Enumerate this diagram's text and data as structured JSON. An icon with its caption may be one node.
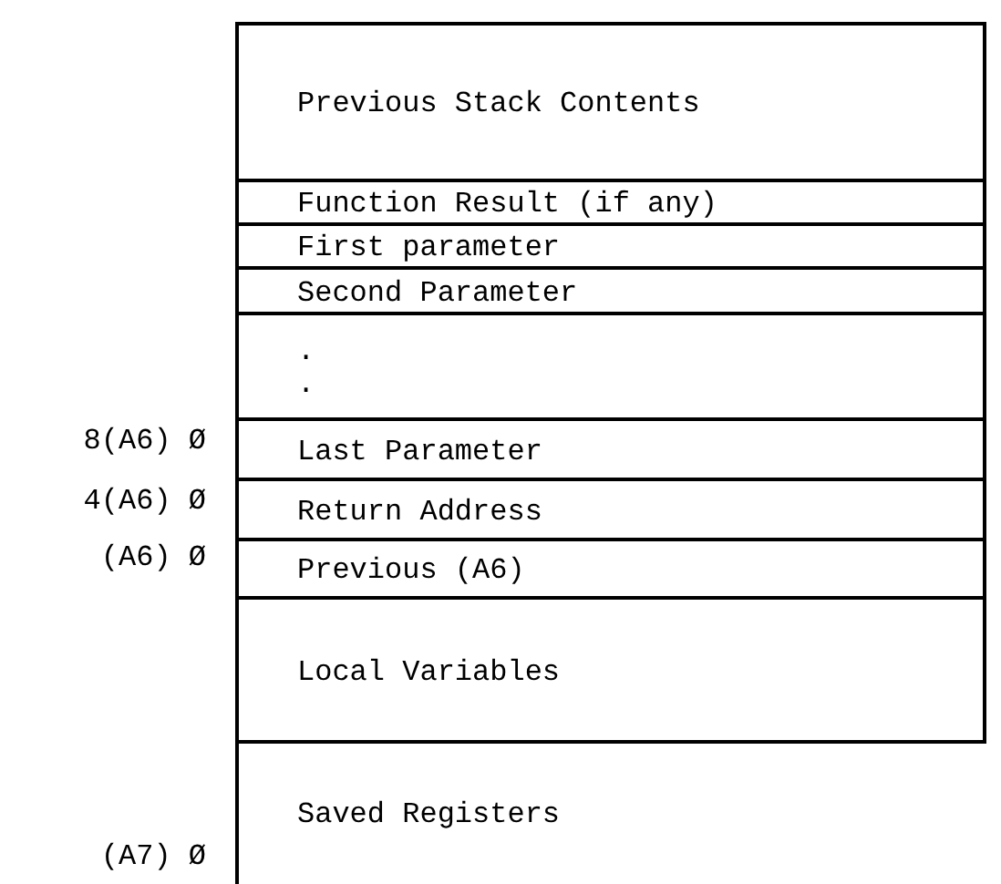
{
  "diagram": {
    "nodes": [
      {
        "text": [
          "Previous Stack Contents"
        ]
      },
      {
        "text": [
          "Function Result (if any)"
        ]
      },
      {
        "text": [
          "First parameter"
        ]
      },
      {
        "text": [
          "Second Parameter"
        ]
      },
      {
        "text": [
          ".",
          "."
        ]
      },
      {
        "text": [
          "Last Parameter"
        ]
      },
      {
        "text": [
          "Return Address"
        ]
      },
      {
        "text": [
          "Previous (A6)"
        ]
      },
      {
        "text": [
          "Local Variables"
        ]
      },
      {
        "text": [
          "Saved Registers"
        ]
      }
    ],
    "labels": [
      "8(A6) Ø",
      "4(A6) Ø",
      "(A6) Ø",
      "(A7) Ø"
    ]
  }
}
